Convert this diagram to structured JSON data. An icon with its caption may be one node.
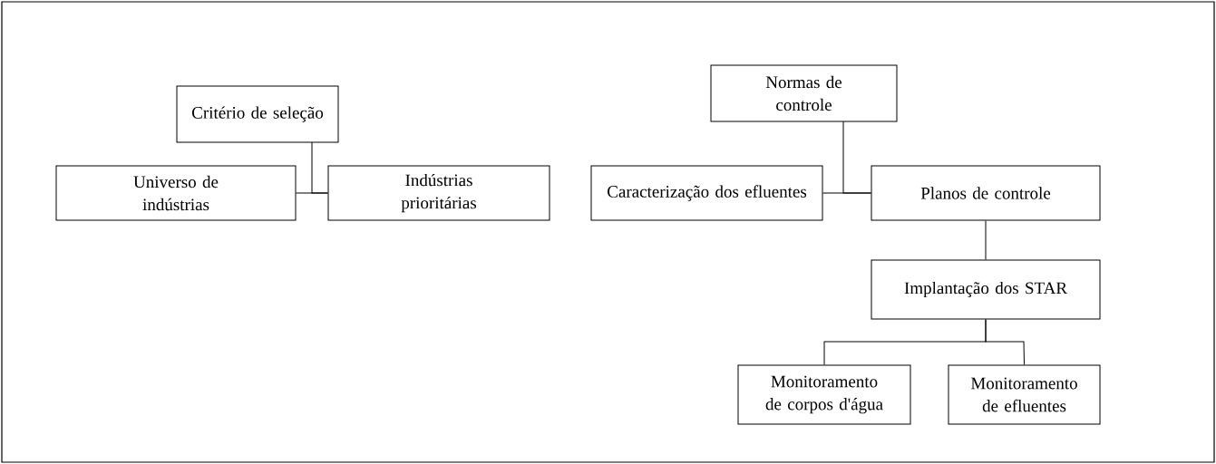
{
  "diagram": {
    "nodes": [
      {
        "text": [
          "Critério de seleção"
        ]
      },
      {
        "text": [
          "Universo de indústrias"
        ]
      },
      {
        "text": [
          "Indústrias prioritárias"
        ]
      },
      {
        "text": [
          "Caracterização dos efluentes"
        ]
      },
      {
        "text": [
          "Normas de controle"
        ]
      },
      {
        "text": [
          "Planos de controle"
        ]
      },
      {
        "text": [
          "Implantação dos STAR"
        ]
      },
      {
        "text": [
          "Monitoramento de corpos d'água"
        ]
      },
      {
        "text": [
          "Monitoramento de efluentes"
        ]
      }
    ],
    "edges": [
      {
        "from": 1,
        "to": 2,
        "arrow": "none"
      },
      {
        "from": 0,
        "to": 2,
        "arrow": "none"
      },
      {
        "from": 3,
        "to": 5,
        "arrow": "none"
      },
      {
        "from": 4,
        "to": 5,
        "arrow": "none"
      },
      {
        "from": 5,
        "to": 6,
        "arrow": "none"
      },
      {
        "from": 6,
        "to": 7,
        "arrow": "none"
      },
      {
        "from": 6,
        "to": 8,
        "arrow": "none"
      }
    ]
  }
}
